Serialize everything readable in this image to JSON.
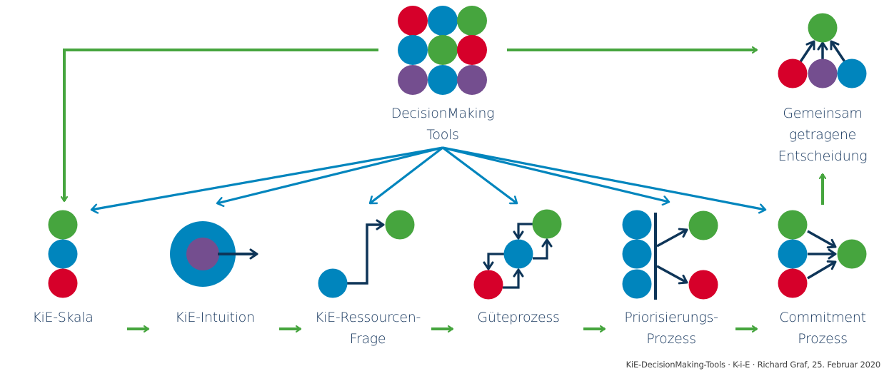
{
  "colors": {
    "red": "#d6002a",
    "blue": "#0085bd",
    "green": "#46a53e",
    "purple": "#744e8f",
    "dark": "#0e3558",
    "text": "#17375e"
  },
  "center": {
    "title_line1": "DecisionMaking",
    "title_line2": "Tools",
    "grid_colors": [
      "red",
      "blue",
      "green",
      "blue",
      "green",
      "red",
      "purple",
      "blue",
      "purple"
    ]
  },
  "goal": {
    "line1": "Gemeinsam",
    "line2": "getragene",
    "line3": "Entscheidung"
  },
  "tools": [
    {
      "id": "skala",
      "line1": "KiE-Skala",
      "line2": ""
    },
    {
      "id": "intuition",
      "line1": "KiE-Intuition",
      "line2": ""
    },
    {
      "id": "ressourcen",
      "line1": "KiE-Ressourcen-",
      "line2": "Frage"
    },
    {
      "id": "guete",
      "line1": "Güteprozess",
      "line2": ""
    },
    {
      "id": "priorisierung",
      "line1": "Priorisierungs-",
      "line2": "Prozess"
    },
    {
      "id": "commitment",
      "line1": "Commitment",
      "line2": "Prozess"
    }
  ],
  "footer": "KiE-DecisionMaking-Tools · K-i-E · Richard Graf, 25. Februar 2020"
}
